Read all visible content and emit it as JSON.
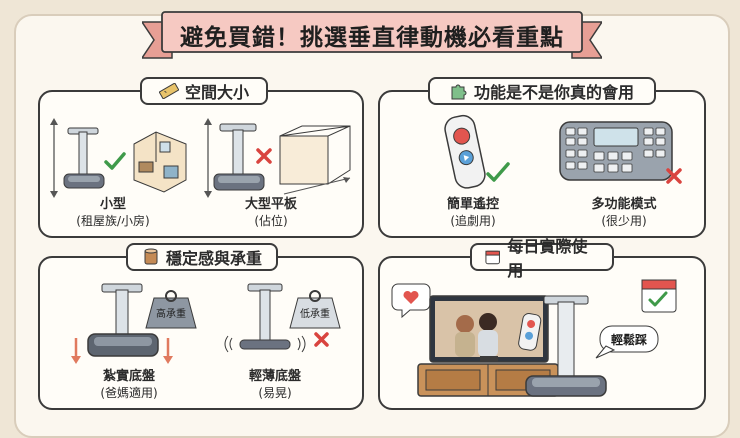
{
  "title": "避免買錯！挑選垂直律動機必看重點",
  "panels": {
    "space": {
      "heading": "空間大小",
      "icon": "ruler-icon",
      "small_label": "小型",
      "small_sub": "(租屋族/小房)",
      "large_label": "大型平板",
      "large_sub": "(佔位)"
    },
    "function": {
      "heading": "功能是不是你真的會用",
      "icon": "puzzle-icon",
      "simple_label": "簡單遙控",
      "simple_sub": "(追劇用)",
      "multi_label": "多功能模式",
      "multi_sub": "(很少用)"
    },
    "stability": {
      "heading": "穩定感與承重",
      "icon": "log-icon",
      "solid_label": "紮實底盤",
      "solid_sub": "(爸媽適用)",
      "thin_label": "輕薄底盤",
      "thin_sub": "(易晃)",
      "high_weight_tag": "高承重",
      "low_weight_tag": "低承重"
    },
    "daily": {
      "heading": "每日實際使用",
      "icon": "calendar-icon",
      "speech_bubble": "輕鬆踩"
    }
  },
  "colors": {
    "check": "#3f9a4a",
    "cross": "#d9443f",
    "red_arrow": "#e07a5f",
    "ribbon": "#f6c9c2",
    "ribbon_dark": "#e79f95"
  }
}
